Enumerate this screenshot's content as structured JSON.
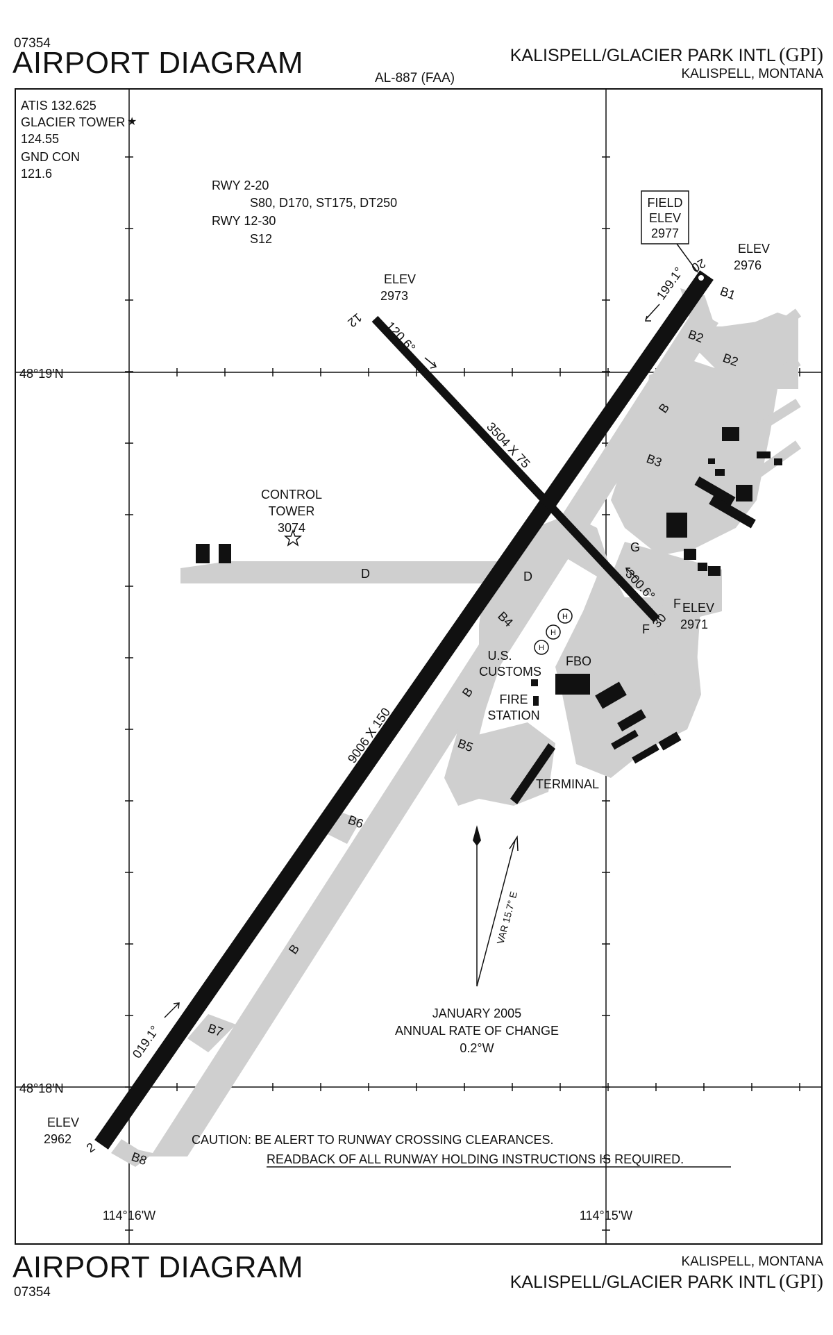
{
  "header": {
    "chart_number": "07354",
    "title": "AIRPORT DIAGRAM",
    "procedure_id": "AL-887 (FAA)",
    "airport_name": "KALISPELL/GLACIER PARK INTL",
    "airport_code": "(GPI)",
    "city_state": "KALISPELL, MONTANA"
  },
  "frequencies": {
    "atis": "ATIS 132.625",
    "tower_label": "GLACIER TOWER",
    "tower_freq": "124.55",
    "gnd_label": "GND CON",
    "gnd_freq": "121.6"
  },
  "runway_info": {
    "rwy1_label": "RWY 2-20",
    "rwy1_strength": "S80, D170, ST175, DT250",
    "rwy2_label": "RWY 12-30",
    "rwy2_strength": "S12"
  },
  "field_elev": {
    "l1": "FIELD",
    "l2": "ELEV",
    "l3": "2977"
  },
  "elevations": {
    "rwy20": {
      "l1": "ELEV",
      "l2": "2976"
    },
    "rwy12": {
      "l1": "ELEV",
      "l2": "2973"
    },
    "rwy30": {
      "l1": "ELEV",
      "l2": "2971"
    },
    "rwy2": {
      "l1": "ELEV",
      "l2": "2962"
    }
  },
  "runways": {
    "main_dims": "9006 X 150",
    "cross_dims": "3504 X 75",
    "rwy20_num": "20",
    "rwy2_num": "2",
    "rwy12_num": "12",
    "rwy30_num": "30",
    "hdg_199": "199.1°",
    "hdg_019": "019.1°",
    "hdg_120": "120.6°",
    "hdg_300": "300.6°"
  },
  "taxiways": {
    "b1": "B1",
    "b2a": "B2",
    "b2b": "B2",
    "b": "B",
    "b_low": "B",
    "b_mid": "B",
    "b3": "B3",
    "b4": "B4",
    "b5": "B5",
    "b6": "B6",
    "b7": "B7",
    "b8": "B8",
    "d_west": "D",
    "d_east": "D",
    "g": "G",
    "f1": "F",
    "f2": "F",
    "h": "H"
  },
  "facilities": {
    "tower_l1": "CONTROL",
    "tower_l2": "TOWER",
    "tower_l3": "3074",
    "customs_l1": "U.S.",
    "customs_l2": "CUSTOMS",
    "fbo": "FBO",
    "fire_l1": "FIRE",
    "fire_l2": "STATION",
    "terminal": "TERMINAL"
  },
  "magnetic": {
    "variation": "VAR 15.7° E",
    "date": "JANUARY 2005",
    "rate_label": "ANNUAL RATE OF CHANGE",
    "rate": "0.2°W"
  },
  "coordinates": {
    "lat_north": "48°19'N",
    "lat_south": "48°18'N",
    "lon_west": "114°16'W",
    "lon_east": "114°15'W"
  },
  "caution": {
    "line1": "CAUTION: BE ALERT TO RUNWAY CROSSING CLEARANCES.",
    "line2": "READBACK OF ALL RUNWAY HOLDING INSTRUCTIONS IS REQUIRED."
  },
  "footer": {
    "title": "AIRPORT DIAGRAM",
    "chart_number": "07354",
    "city_state": "KALISPELL, MONTANA",
    "airport_name": "KALISPELL/GLACIER PARK INTL",
    "airport_code": "(GPI)"
  }
}
